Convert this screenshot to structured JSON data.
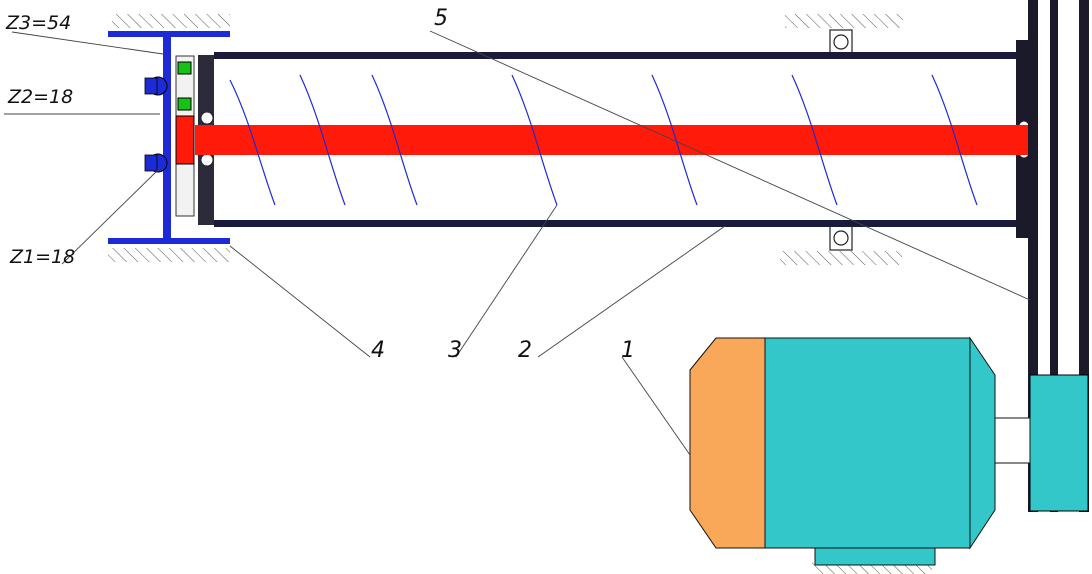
{
  "labels": {
    "z3": "Z3=54",
    "z2": "Z2=18",
    "z1": "Z1=18",
    "n1": "1",
    "n2": "2",
    "n3": "3",
    "n4": "4",
    "n5": "5"
  },
  "colors": {
    "shaft": "#ff1a0a",
    "motor_body": "#33c7c9",
    "motor_end": "#f9a85a",
    "frame": "#1c2bd6",
    "tube": "#1a1a3a",
    "gear": "#16c216",
    "pulley": "#1a1a2a"
  },
  "icons": {
    "bearing": "ball-bearing-icon",
    "hatch": "ground-hatch-icon"
  }
}
